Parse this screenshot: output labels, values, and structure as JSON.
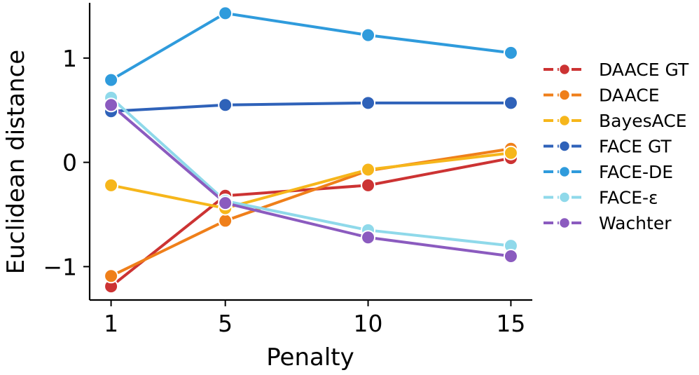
{
  "chart_data": {
    "type": "line",
    "xlabel": "Penalty",
    "ylabel": "Euclidean distance",
    "x": [
      1,
      5,
      10,
      15
    ],
    "xlim": [
      0.25,
      15.75
    ],
    "ylim": [
      -1.32,
      1.53
    ],
    "xticks": [
      1,
      5,
      10,
      15
    ],
    "xtick_labels": [
      "1",
      "5",
      "10",
      "15"
    ],
    "yticks": [
      -1,
      0,
      1
    ],
    "ytick_labels": [
      "−1",
      "0",
      "1"
    ],
    "grid": false,
    "legend_position": "right",
    "series": [
      {
        "name": "DAACE GT",
        "color": "#cc3333",
        "values": [
          -1.19,
          -0.32,
          -0.22,
          0.04
        ]
      },
      {
        "name": "DAACE",
        "color": "#ef7f1a",
        "values": [
          -1.09,
          -0.56,
          -0.08,
          0.13
        ]
      },
      {
        "name": "BayesACE",
        "color": "#f6b61b",
        "values": [
          -0.22,
          -0.44,
          -0.07,
          0.09
        ]
      },
      {
        "name": "FACE GT",
        "color": "#2f62b9",
        "values": [
          0.49,
          0.55,
          0.57,
          0.57
        ]
      },
      {
        "name": "FACE-DE",
        "color": "#2f9bdc",
        "values": [
          0.79,
          1.43,
          1.22,
          1.05
        ]
      },
      {
        "name": "FACE-ε",
        "color": "#8fd9ea",
        "values": [
          0.62,
          -0.37,
          -0.65,
          -0.8
        ]
      },
      {
        "name": "Wachter",
        "color": "#8b5bbf",
        "values": [
          0.55,
          -0.39,
          -0.72,
          -0.9
        ]
      }
    ]
  }
}
